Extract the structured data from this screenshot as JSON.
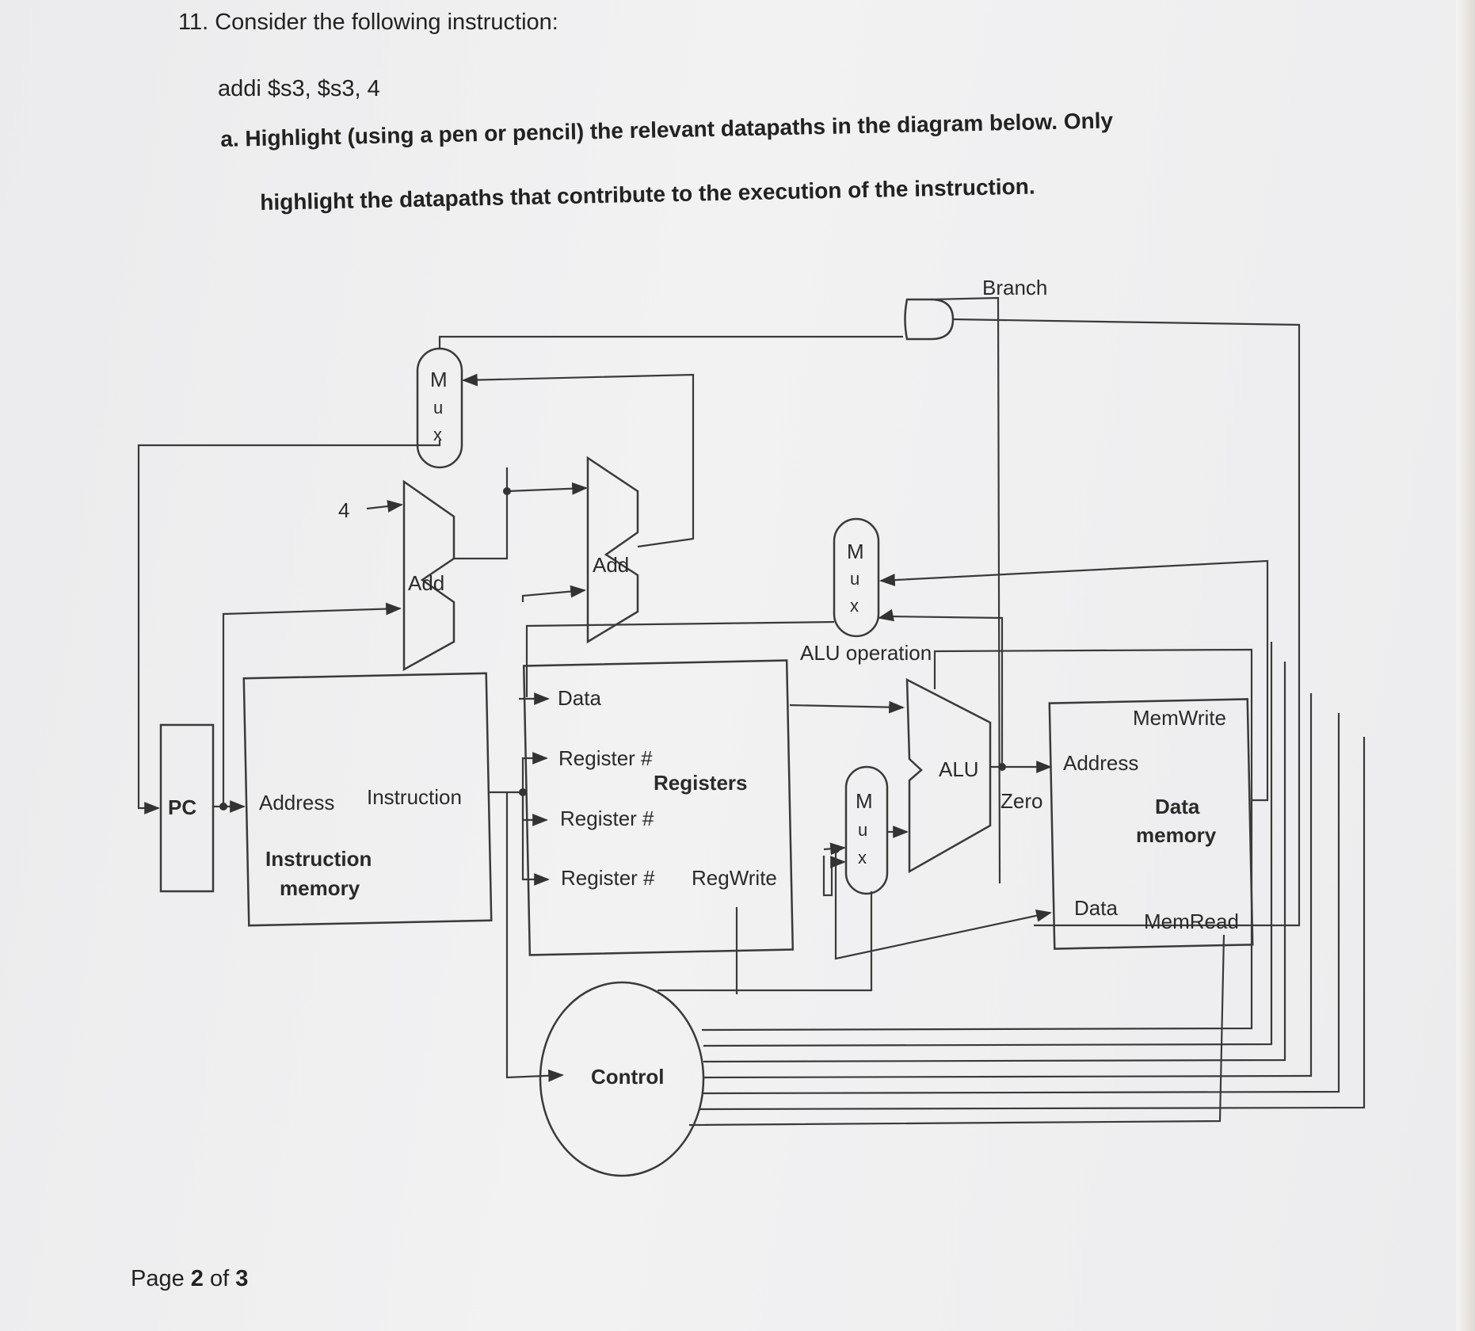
{
  "question": {
    "number_title": "11. Consider the following instruction:",
    "instruction": "addi $s3, $s3, 4",
    "part_a_line1": "a.  Highlight (using a pen or pencil) the relevant datapaths in the diagram below.  Only",
    "part_a_line2": "highlight the datapaths that contribute to the execution of the instruction."
  },
  "diagram": {
    "pc": "PC",
    "four": "4",
    "add_pc": "Add",
    "add_branch": "Add",
    "mux_letters": [
      "M",
      "u",
      "x"
    ],
    "branch": "Branch",
    "instruction_memory": {
      "address": "Address",
      "instruction": "Instruction",
      "title_line1": "Instruction",
      "title_line2": "memory"
    },
    "registers": {
      "data": "Data",
      "register1": "Register #",
      "register2": "Register #",
      "register3": "Register #",
      "title": "Registers",
      "regwrite": "RegWrite"
    },
    "alu_operation": "ALU operation",
    "alu": "ALU",
    "zero": "Zero",
    "data_memory": {
      "memwrite": "MemWrite",
      "address": "Address",
      "title_line1": "Data",
      "title_line2": "memory",
      "data": "Data",
      "memread": "MemRead"
    },
    "control": "Control"
  },
  "footer": {
    "page_prefix": "Page ",
    "page_current": "2",
    "page_of": " of ",
    "page_total": "3"
  }
}
